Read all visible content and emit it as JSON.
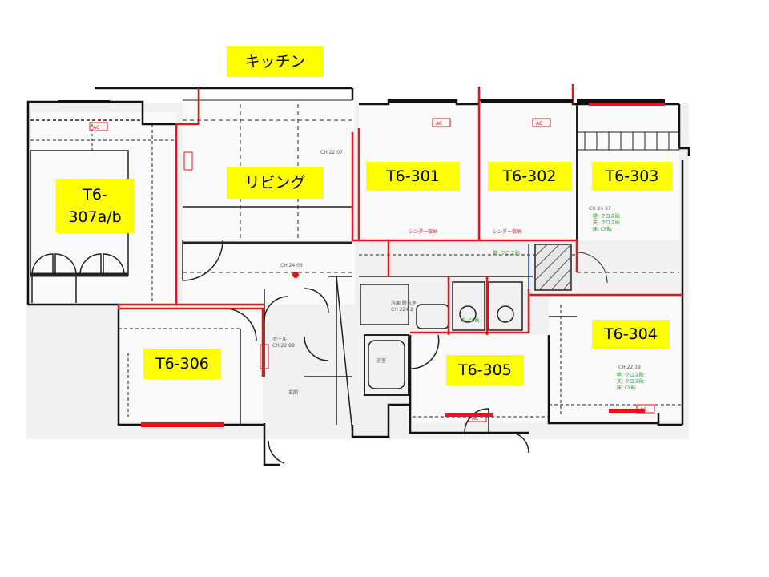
{
  "labels": {
    "kitchen": "キッチン",
    "living": "リビング",
    "t6_301": "T6-301",
    "t6_302": "T6-302",
    "t6_303": "T6-303",
    "t6_304": "T6-304",
    "t6_305": "T6-305",
    "t6_306": "T6-306",
    "t6_307": "T6-\n307a/b"
  },
  "plan_text": {
    "ac": "AC",
    "ch_living": "CH 22 07",
    "ch_center": "CH 24 03",
    "ch_hall": "CH 22 88",
    "ch_bath": "CH 224 2",
    "ch_304": "CH 22 39",
    "ch_303": "CH 24 67",
    "hall": "ホール",
    "entrance": "玄関",
    "bath": "浴室",
    "wash": "洗面 脱衣室",
    "note_wall": "壁: クロス貼",
    "note_ceiling": "天: クロス貼",
    "note_floor": "床: CF貼",
    "shelf": "シンダー収納"
  },
  "colors": {
    "label_bg": "#ffff00",
    "red_line": "#e8141b",
    "wall": "#111111",
    "detail": "#555555",
    "green_note": "#1f9a2e",
    "shade": "#eeeeee"
  }
}
